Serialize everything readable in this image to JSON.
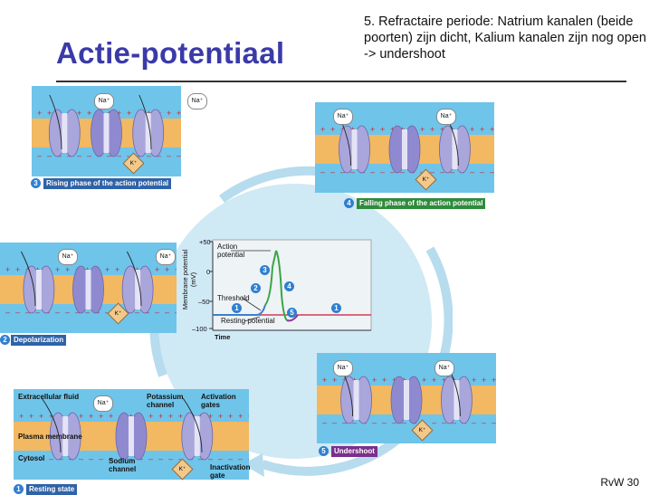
{
  "title": "Actie-potentiaal",
  "subtitle": "5. Refractaire periode: Natrium kanalen (beide poorten) zijn dicht, Kalium kanalen zijn nog open -> undershoot",
  "footer": "RvW 30",
  "ions": {
    "na": "Na⁺",
    "k": "K⁺"
  },
  "signs": {
    "plus": "+",
    "minus": "–"
  },
  "phases": [
    {
      "num": "1",
      "label": "Resting state"
    },
    {
      "num": "2",
      "label": "Depolarization"
    },
    {
      "num": "3",
      "label": "Rising phase of the action potential"
    },
    {
      "num": "4",
      "label": "Falling phase of the action potential"
    },
    {
      "num": "5",
      "label": "Undershoot"
    }
  ],
  "resting_labels": {
    "extracellular": "Extracellular fluid",
    "potassium": "Potassium\nchannel",
    "activation": "Activation\ngates",
    "membrane": "Plasma membrane",
    "cytosol": "Cytosol",
    "sodium": "Sodium\nchannel",
    "inactivation": "Inactivation\ngate"
  },
  "graph": {
    "ylabel": "Membrane potential\n(mV)",
    "xlabel": "Time",
    "yticks": [
      "+50",
      "0",
      "–50",
      "–100"
    ],
    "annotations": {
      "action": "Action\npotential",
      "threshold": "Threshold",
      "resting": "Resting potential"
    },
    "markers": [
      "1",
      "2",
      "3",
      "4",
      "5",
      "1"
    ]
  },
  "colors": {
    "title": "#3a3aa8",
    "fluid": "#6fc4ea",
    "membrane": "#f2b862",
    "channel": "#a9a6dc",
    "circle": "#cfe9f5",
    "trace_green": "#3aa545",
    "trace_blue": "#3c7fcf",
    "trace_purple": "#8a3a9a",
    "threshold": "#d43a5a"
  }
}
